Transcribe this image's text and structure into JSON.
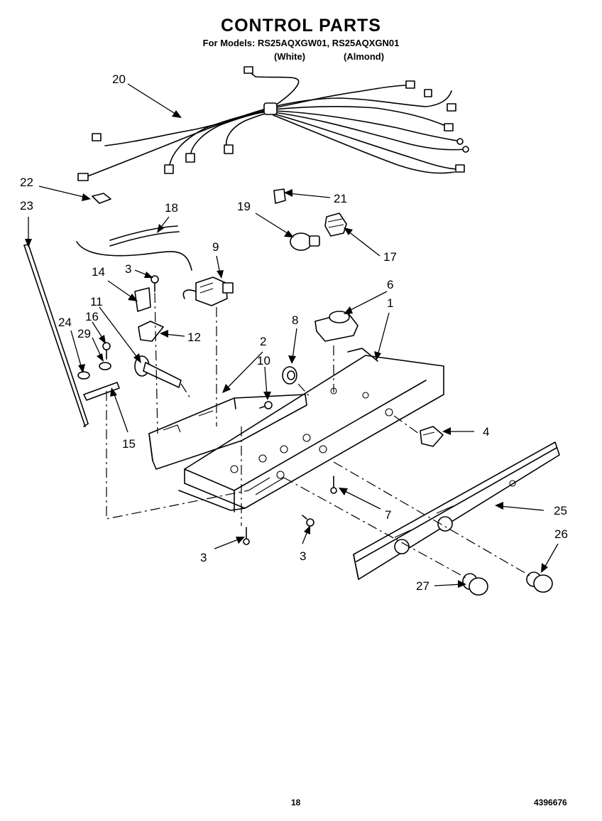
{
  "header": {
    "title": "CONTROL PARTS",
    "models_line": "For Models: RS25AQXGW01, RS25AQXGN01",
    "variant_white": "(White)",
    "variant_almond": "(Almond)"
  },
  "callouts": [
    {
      "id": "c20",
      "label": "20"
    },
    {
      "id": "c22",
      "label": "22"
    },
    {
      "id": "c23",
      "label": "23"
    },
    {
      "id": "c18",
      "label": "18"
    },
    {
      "id": "c21",
      "label": "21"
    },
    {
      "id": "c19",
      "label": "19"
    },
    {
      "id": "c17",
      "label": "17"
    },
    {
      "id": "c9",
      "label": "9"
    },
    {
      "id": "c14",
      "label": "14"
    },
    {
      "id": "c3a",
      "label": "3"
    },
    {
      "id": "c11",
      "label": "11"
    },
    {
      "id": "c12",
      "label": "12"
    },
    {
      "id": "c24",
      "label": "24"
    },
    {
      "id": "c16",
      "label": "16"
    },
    {
      "id": "c29",
      "label": "29"
    },
    {
      "id": "c15",
      "label": "15"
    },
    {
      "id": "c6",
      "label": "6"
    },
    {
      "id": "c8",
      "label": "8"
    },
    {
      "id": "c1",
      "label": "1"
    },
    {
      "id": "c2",
      "label": "2"
    },
    {
      "id": "c10",
      "label": "10"
    },
    {
      "id": "c4",
      "label": "4"
    },
    {
      "id": "c25",
      "label": "25"
    },
    {
      "id": "c7",
      "label": "7"
    },
    {
      "id": "c26",
      "label": "26"
    },
    {
      "id": "c3b",
      "label": "3"
    },
    {
      "id": "c3c",
      "label": "3"
    },
    {
      "id": "c27",
      "label": "27"
    }
  ],
  "footer": {
    "page_number": "18",
    "doc_number": "4396676"
  }
}
